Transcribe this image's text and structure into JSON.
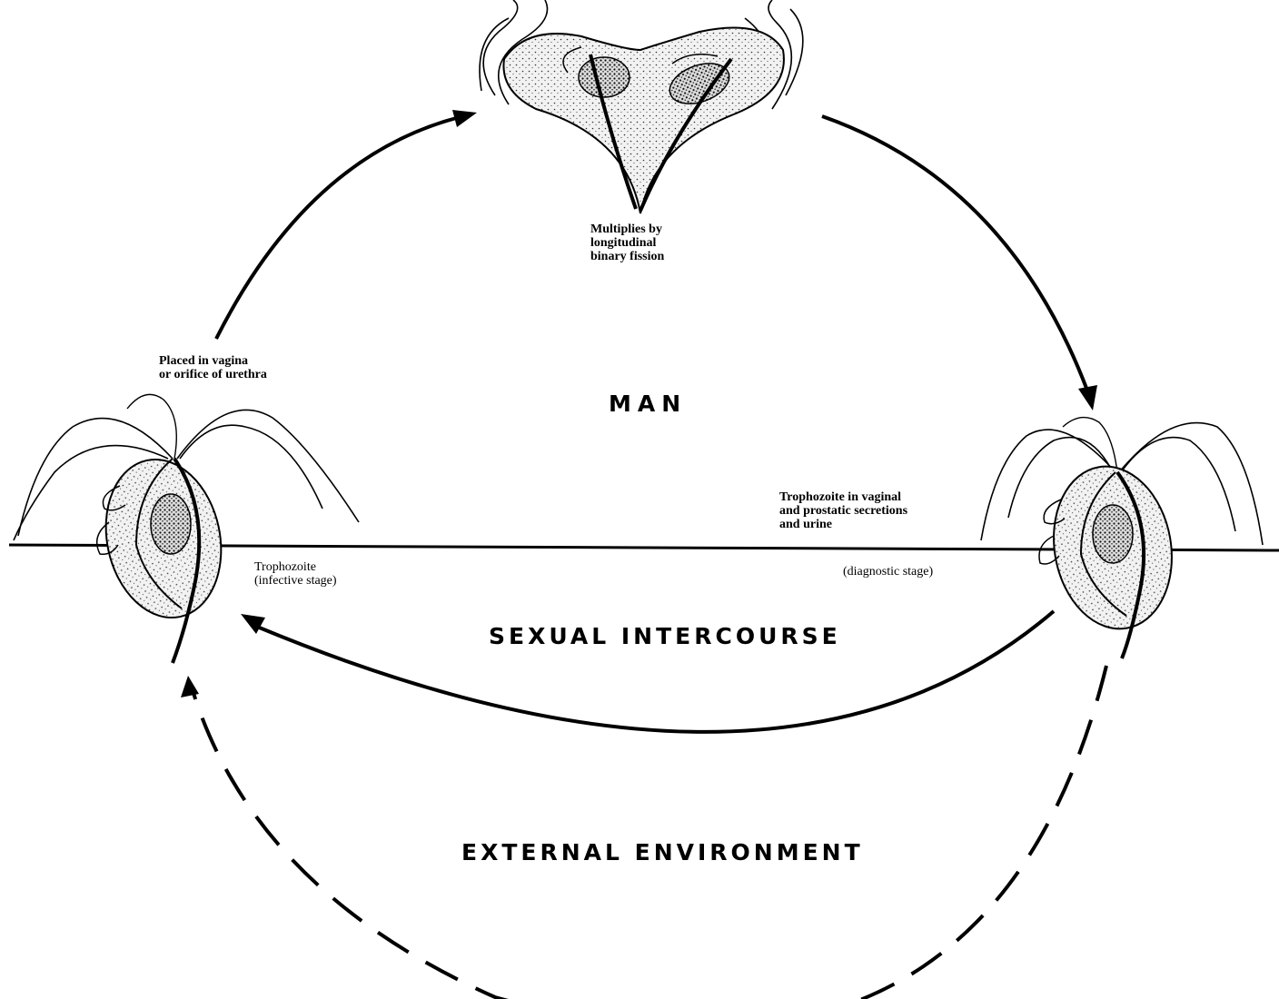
{
  "zones": {
    "man": "MAN",
    "sexual_intercourse": "SEXUAL INTERCOURSE",
    "external_environment": "EXTERNAL ENVIRONMENT"
  },
  "labels": {
    "multiplies": "Multiplies by\nlongitudinal\nbinary fission",
    "placed": "Placed in vagina\nor orifice of urethra",
    "trophozoite_infective": "Trophozoite\n(infective stage)",
    "trophozoite_secretions": "Trophozoite in vaginal\nand prostatic secretions\nand urine",
    "diagnostic": "(diagnostic stage)"
  },
  "colors": {
    "ink": "#000000",
    "cell_fill": "#ececec"
  },
  "icons": {
    "dividing": "dividing-trophozoite-icon",
    "infective": "trophozoite-icon",
    "diagnostic": "trophozoite-icon"
  }
}
